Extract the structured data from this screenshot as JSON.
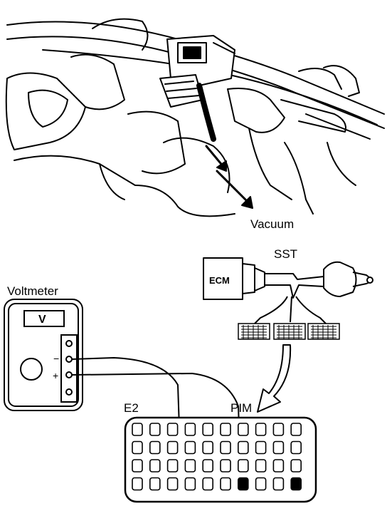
{
  "labels": {
    "vacuum": "Vacuum",
    "sst": "SST",
    "ecm": "ECM",
    "voltmeter": "Voltmeter",
    "meter_unit": "V",
    "minus": "−",
    "plus": "+",
    "e2": "E2",
    "pim": "PIM"
  },
  "connector": {
    "rows": 4,
    "cols": 10
  },
  "colors": {
    "ink": "#000000",
    "paper": "#ffffff",
    "shade": "#555555"
  }
}
